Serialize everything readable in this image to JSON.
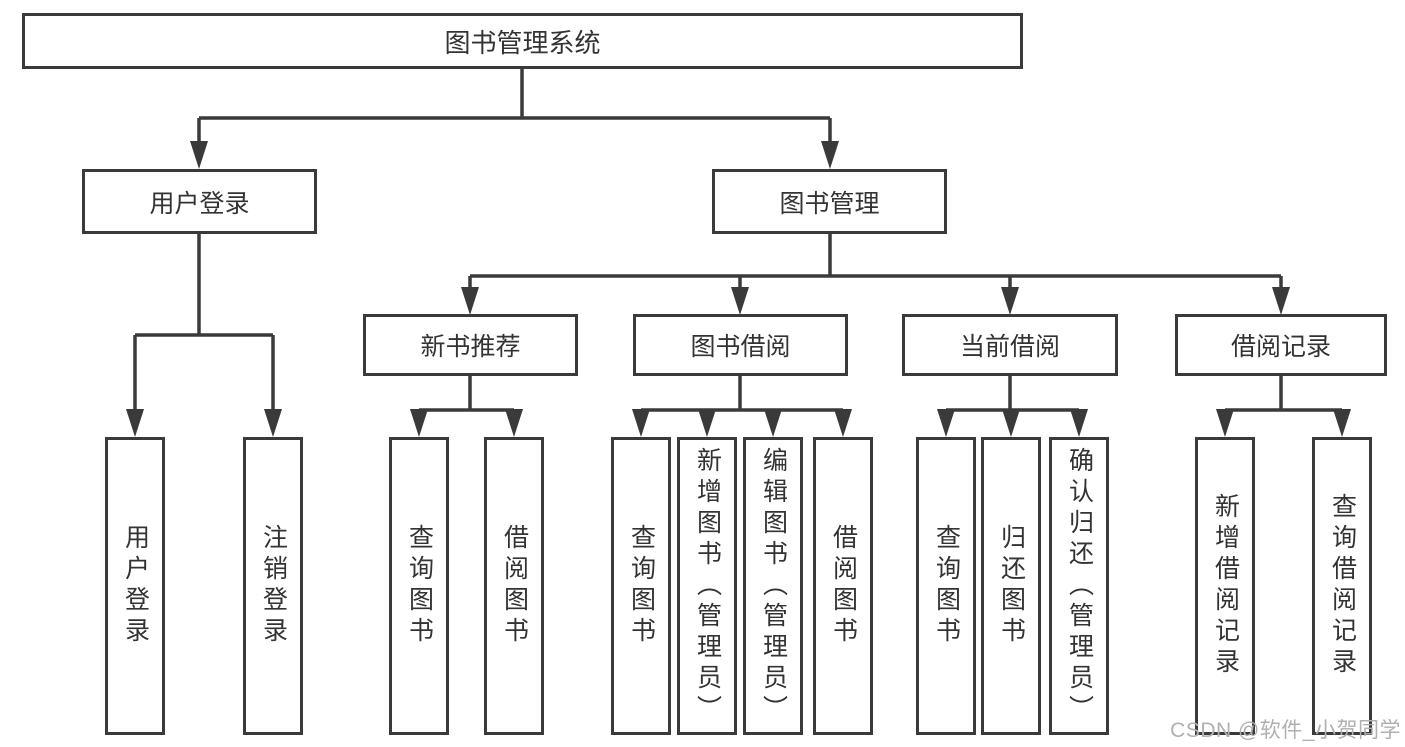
{
  "diagram": {
    "title": "图书管理系统",
    "level2": {
      "user_login": {
        "label": "用户登录",
        "children": {
          "login": "用户登录",
          "logout": "注销登录"
        }
      },
      "book_mgmt": {
        "label": "图书管理",
        "children": {
          "new_books": {
            "label": "新书推荐",
            "children": {
              "query": "查询图书",
              "borrow": "借阅图书"
            }
          },
          "borrowing": {
            "label": "图书借阅",
            "children": {
              "query": "查询图书",
              "add": "新增图书（管理员）",
              "edit": "编辑图书（管理员）",
              "borrow": "借阅图书"
            }
          },
          "current": {
            "label": "当前借阅",
            "children": {
              "query": "查询图书",
              "return": "归还图书",
              "confirm": "确认归还（管理员）"
            }
          },
          "records": {
            "label": "借阅记录",
            "children": {
              "add": "新增借阅记录",
              "query": "查询借阅记录"
            }
          }
        }
      }
    }
  },
  "watermark": "CSDN @软件_小贺同学",
  "colors": {
    "line": "#3a3a3a",
    "text": "#333333",
    "box_background": "#ffffff",
    "watermark": "#b0b0b0",
    "page_background": "#ffffff"
  }
}
